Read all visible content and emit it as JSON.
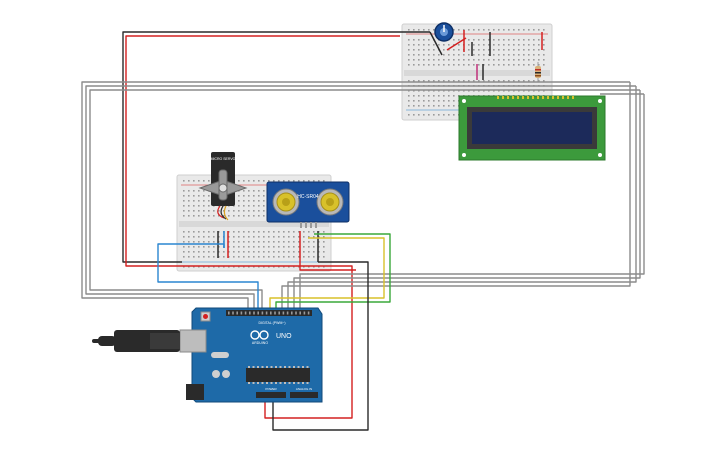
{
  "board": {
    "brand_text": "ARDUINO",
    "model_text": "UNO",
    "digital_label": "DIGITAL (PWM~)",
    "power_label": "POWER",
    "analog_label": "ANALOG IN"
  },
  "sensor": {
    "model_text": "HC-SR04"
  },
  "servo": {
    "label_text": "MICRO SERVO"
  },
  "colors": {
    "wire_red": "#d42020",
    "wire_black": "#2a2a2a",
    "wire_gray": "#8c8c8c",
    "wire_blue": "#2a85d0",
    "wire_yellow": "#d8c12a",
    "wire_green": "#3aa83a",
    "arduino_blue": "#1e6aa8",
    "lcd_green": "#3c9a3c",
    "lcd_screen": "#1c2a5a",
    "sensor_blue": "#1a4f9c",
    "breadboard": "#e9e9e9"
  }
}
